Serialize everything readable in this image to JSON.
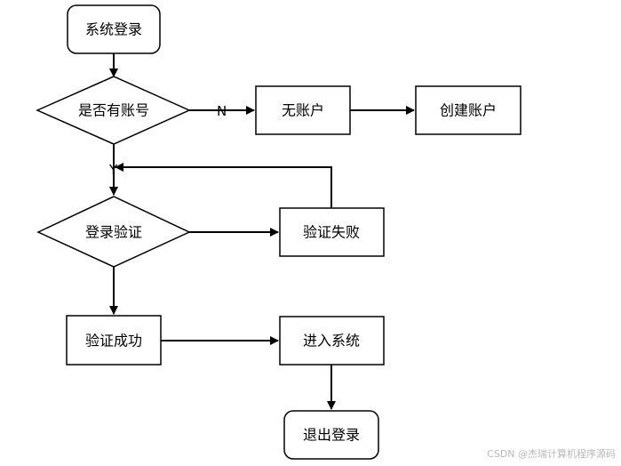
{
  "nodes": {
    "login_system": "系统登录",
    "has_account": "是否有账号",
    "no_account": "无账户",
    "create_account": "创建账户",
    "login_verify": "登录验证",
    "verify_fail": "验证失败",
    "verify_success": "验证成功",
    "enter_system": "进入系统",
    "logout": "退出登录"
  },
  "edge_labels": {
    "no": "N",
    "yes": "Y"
  },
  "watermark": "CSDN @杰瑞计算机程序源码",
  "colors": {
    "fill": "#ffffff",
    "stroke": "#000000",
    "watermark": "#b8b8b8"
  }
}
